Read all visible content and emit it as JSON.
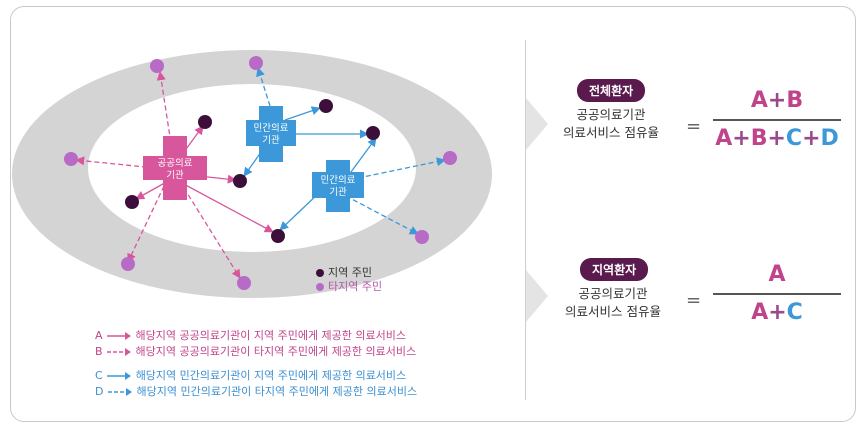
{
  "diagram": {
    "public_label": "공공의료\n기관",
    "private1_label": "민간의료\n기관",
    "private2_label": "민간의료\n기관",
    "dot_legend": {
      "local": "지역 주민",
      "other": "타지역 주민"
    },
    "colors": {
      "pink": "#d7569c",
      "blue": "#3c98d8",
      "dark": "#3b0f3a",
      "purple": "#b76ac6",
      "gray": "#d4d4d4"
    }
  },
  "legend": {
    "a": {
      "letter": "A",
      "text": "해당지역 공공의료기관이 지역 주민에게 제공한 의료서비스"
    },
    "b": {
      "letter": "B",
      "text": "해당지역 공공의료기관이 타지역 주민에게 제공한 의료서비스"
    },
    "c": {
      "letter": "C",
      "text": "해당지역 민간의료기관이 지역 주민에게 제공한 의료서비스"
    },
    "d": {
      "letter": "D",
      "text": "해당지역 민간의료기관이 타지역 주민에게 제공한 의료서비스"
    }
  },
  "formulas": {
    "total": {
      "title": "전체환자",
      "line1": "공공의료기관",
      "line2": "의료서비스 점유율",
      "equals": "=",
      "numerator": [
        "A",
        "+",
        "B"
      ],
      "denominator": [
        "A",
        "+",
        "B",
        "+",
        "C",
        "+",
        "D"
      ]
    },
    "local": {
      "title": "지역환자",
      "line1": "공공의료기관",
      "line2": "의료서비스 점유율",
      "equals": "=",
      "numerator": [
        "A"
      ],
      "denominator": [
        "A",
        "+",
        "C"
      ]
    }
  }
}
